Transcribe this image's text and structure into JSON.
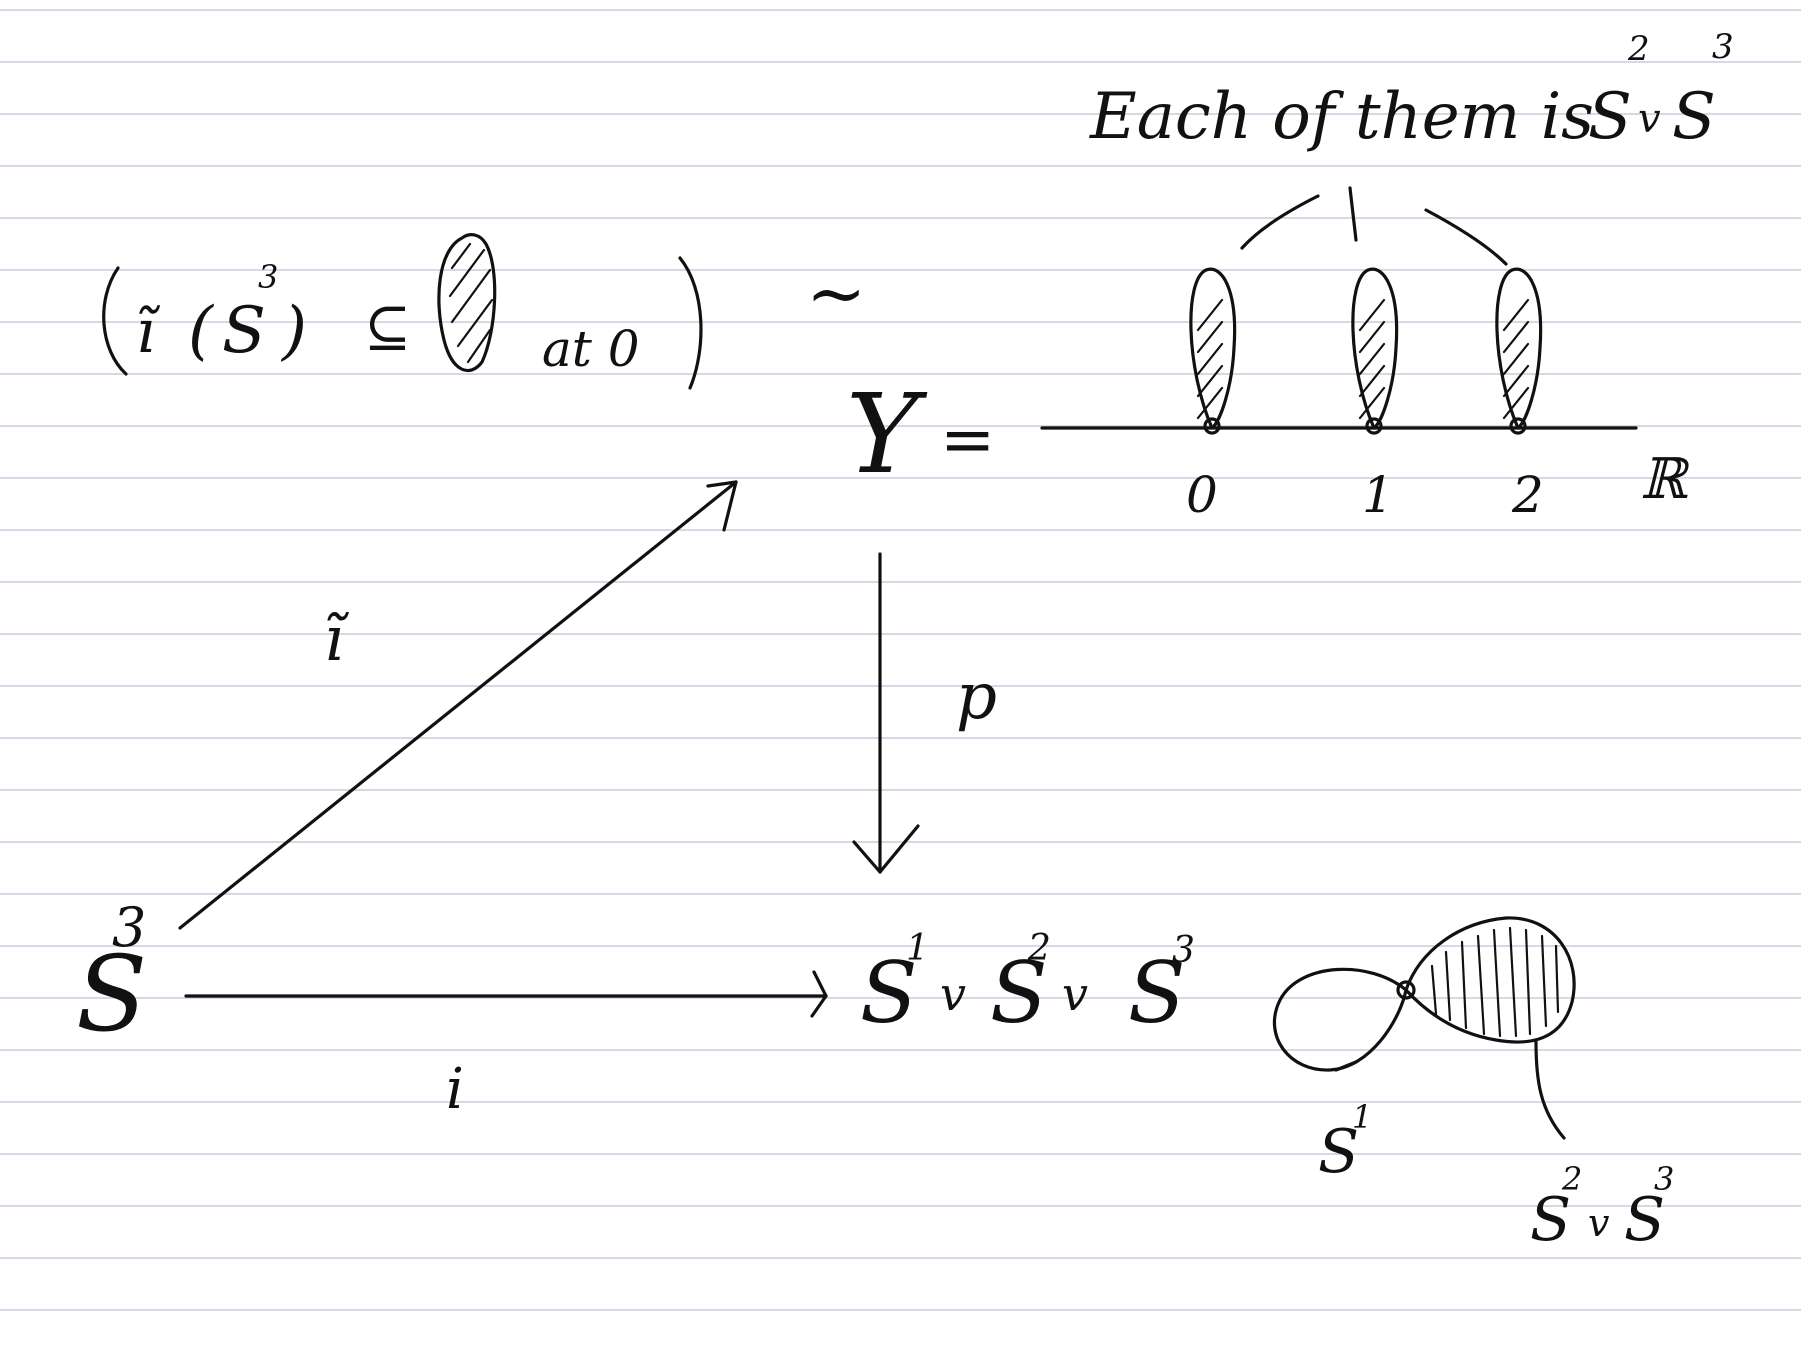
{
  "note": {
    "caption_text": "Each of them is",
    "caption_wedge": {
      "base1": "S",
      "exp1": "2",
      "wedge": "v",
      "base2": "S",
      "exp2": "3"
    },
    "lift_statement": {
      "map_symbol": "ĩ",
      "arg_base": "S",
      "arg_exp": "3",
      "relation": "⊆",
      "suffix": "at 0"
    },
    "tilde_symbol": "~",
    "cover_symbol": "Y",
    "equals_symbol": "=",
    "axis_ticks": [
      "0",
      "1",
      "2"
    ],
    "axis_label": "ℝ",
    "p_label": "p",
    "lift_map_label": "ĩ",
    "incl_map_label": "i",
    "domain_sphere": {
      "base": "S",
      "exp": "3"
    },
    "target_wedge": {
      "b1": "S",
      "e1": "1",
      "w1": "v",
      "b2": "S",
      "e2": "2",
      "w2": "v",
      "b3": "S",
      "e3": "3"
    },
    "circle_label": {
      "base": "S",
      "exp": "1"
    },
    "balloon_label": {
      "b1": "S",
      "e1": "2",
      "w": "v",
      "b2": "S",
      "e2": "3"
    }
  }
}
